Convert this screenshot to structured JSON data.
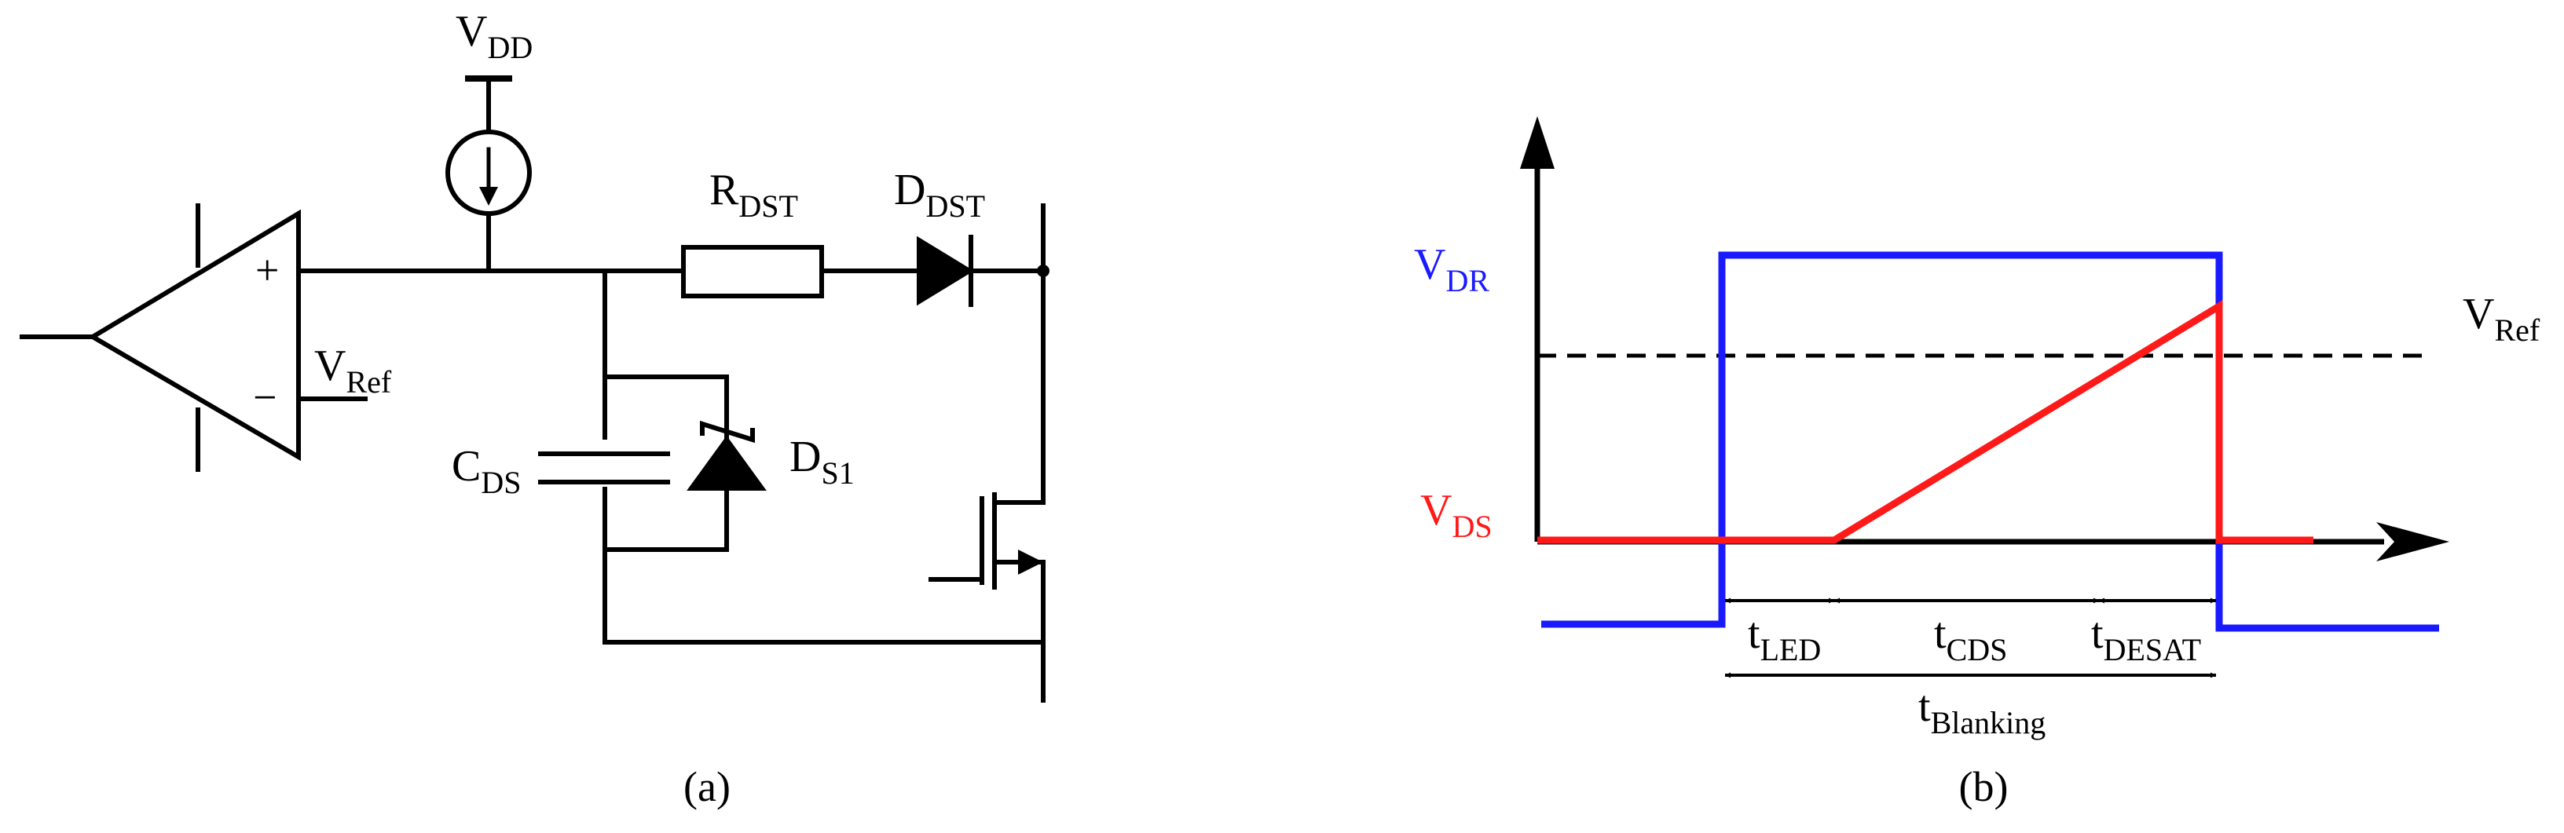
{
  "circuit": {
    "caption": "(a)",
    "labels": {
      "vdd": {
        "main": "V",
        "sub": "DD"
      },
      "rdst": {
        "main": "R",
        "sub": "DST"
      },
      "ddst": {
        "main": "D",
        "sub": "DST"
      },
      "vref": {
        "main": "V",
        "sub": "Ref"
      },
      "cds": {
        "main": "C",
        "sub": "DS"
      },
      "ds1": {
        "main": "D",
        "sub": "S1"
      },
      "plus": "+",
      "minus": "−"
    }
  },
  "timing": {
    "caption": "(b)",
    "labels": {
      "vdr": {
        "main": "V",
        "sub": "DR"
      },
      "vds": {
        "main": "V",
        "sub": "DS"
      },
      "vref": {
        "main": "V",
        "sub": "Ref"
      },
      "tled": {
        "main": "t",
        "sub": "LED"
      },
      "tcds": {
        "main": "t",
        "sub": "CDS"
      },
      "tdesat": {
        "main": "t",
        "sub": "DESAT"
      },
      "tblanking": {
        "main": "t",
        "sub": "Blanking"
      }
    },
    "colors": {
      "vdr": "#1a1aff",
      "vds": "#ff1a1a",
      "vref": "#000000",
      "axis": "#000000"
    }
  }
}
